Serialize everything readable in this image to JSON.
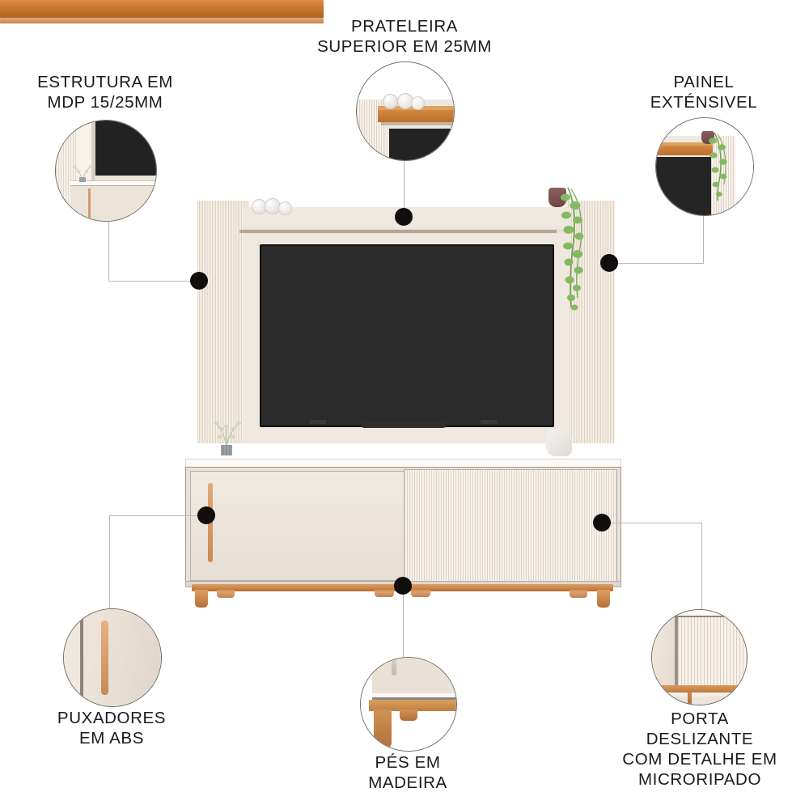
{
  "page": {
    "kind": "product-feature-infographic",
    "background_color": "#ffffff",
    "product": "Painel / Rack para TV com prateleira superior",
    "accent_colors": {
      "wood": "#c8752f",
      "panel": "#efe7de",
      "screen": "#262626",
      "dot": "#100d0c",
      "line": "#b9b6b4",
      "text": "#1a1a1a"
    }
  },
  "callouts": [
    {
      "id": "estrutura",
      "label": "ESTRUTURA EM\nMDP 15/25MM",
      "label_line1": "ESTRUTURA EM",
      "label_line2": "MDP 15/25MM",
      "position": "top-left",
      "detail": "corner-of-panel-and-tv"
    },
    {
      "id": "prateleira",
      "label": "PRATELEIRA\nSUPERIOR EM 25MM",
      "label_line1": "PRATELEIRA",
      "label_line2": "SUPERIOR EM 25MM",
      "position": "top-center",
      "detail": "wooden-top-shelf-with-decor-balls"
    },
    {
      "id": "painel",
      "label": "PAINEL\nEXTÉNSIVEL",
      "label_line1": "PAINEL",
      "label_line2": "EXTÉNSIVEL",
      "position": "top-right",
      "detail": "panel-edge-with-hanging-plant"
    },
    {
      "id": "puxadores",
      "label": "PUXADORES\nEM ABS",
      "label_line1": "PUXADORES",
      "label_line2": "EM ABS",
      "position": "bottom-left",
      "detail": "vertical-abs-handle"
    },
    {
      "id": "pes",
      "label": "PÉS EM\nMADEIRA",
      "label_line1": "PÉS EM",
      "label_line2": "MADEIRA",
      "position": "bottom-center",
      "detail": "wooden-foot"
    },
    {
      "id": "porta",
      "label": "PORTA DESLIZANTE\nCOM DETALHE EM\nMICRORIPADO",
      "label_line1": "PORTA DESLIZANTE",
      "label_line2": "COM DETALHE EM",
      "label_line3": "MICRORIPADO",
      "position": "bottom-right",
      "detail": "sliding-door-microslat-texture"
    }
  ]
}
